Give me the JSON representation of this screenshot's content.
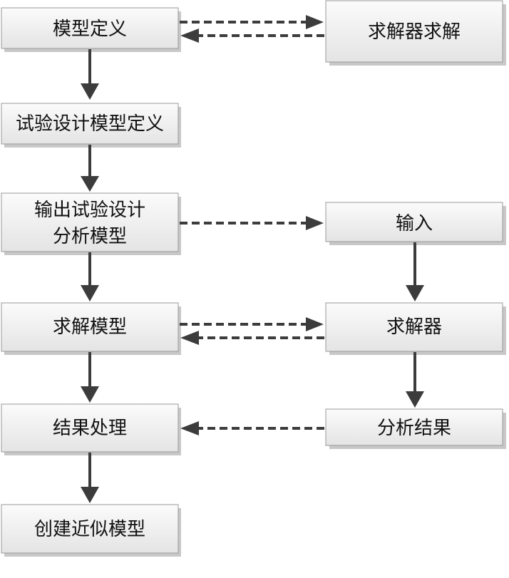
{
  "nodes": {
    "model_def": "模型定义",
    "solver_solve": "求解器求解",
    "doe_model_def": "试验设计模型定义",
    "output_doe_line1": "输出试验设计",
    "output_doe_line2": "分析模型",
    "input": "输入",
    "solve_model": "求解模型",
    "solver": "求解器",
    "result_processing": "结果处理",
    "analysis_result": "分析结果",
    "create_approx_model": "创建近似模型"
  }
}
